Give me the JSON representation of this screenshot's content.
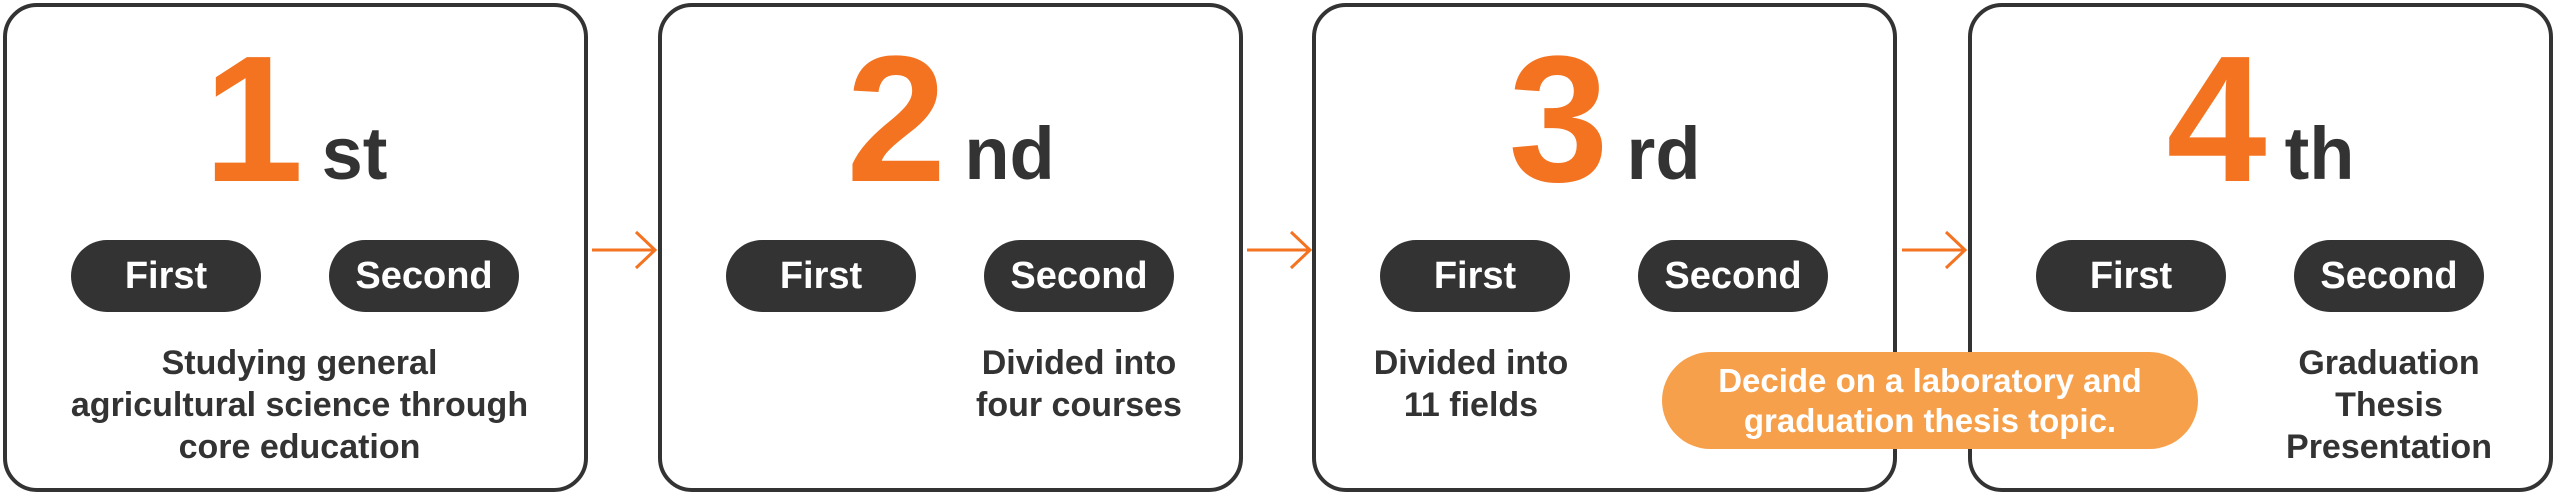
{
  "colors": {
    "accent": "#f37321",
    "dark": "#333333",
    "callout": "#f7a04c"
  },
  "years": [
    {
      "number": "1",
      "suffix": "st",
      "first_label": "First",
      "second_label": "Second",
      "description_lines": [
        "Studying general",
        "agricultural science through",
        "core education"
      ]
    },
    {
      "number": "2",
      "suffix": "nd",
      "first_label": "First",
      "second_label": "Second",
      "description_lines": [
        "Divided into",
        "four courses"
      ]
    },
    {
      "number": "3",
      "suffix": "rd",
      "first_label": "First",
      "second_label": "Second",
      "description_lines": [
        "Divided into",
        "11 fields"
      ]
    },
    {
      "number": "4",
      "suffix": "th",
      "first_label": "First",
      "second_label": "Second",
      "description_lines": [
        "Graduation",
        "Thesis",
        "Presentation"
      ]
    }
  ],
  "callout_lines": [
    "Decide on a laboratory and",
    "graduation thesis topic."
  ]
}
